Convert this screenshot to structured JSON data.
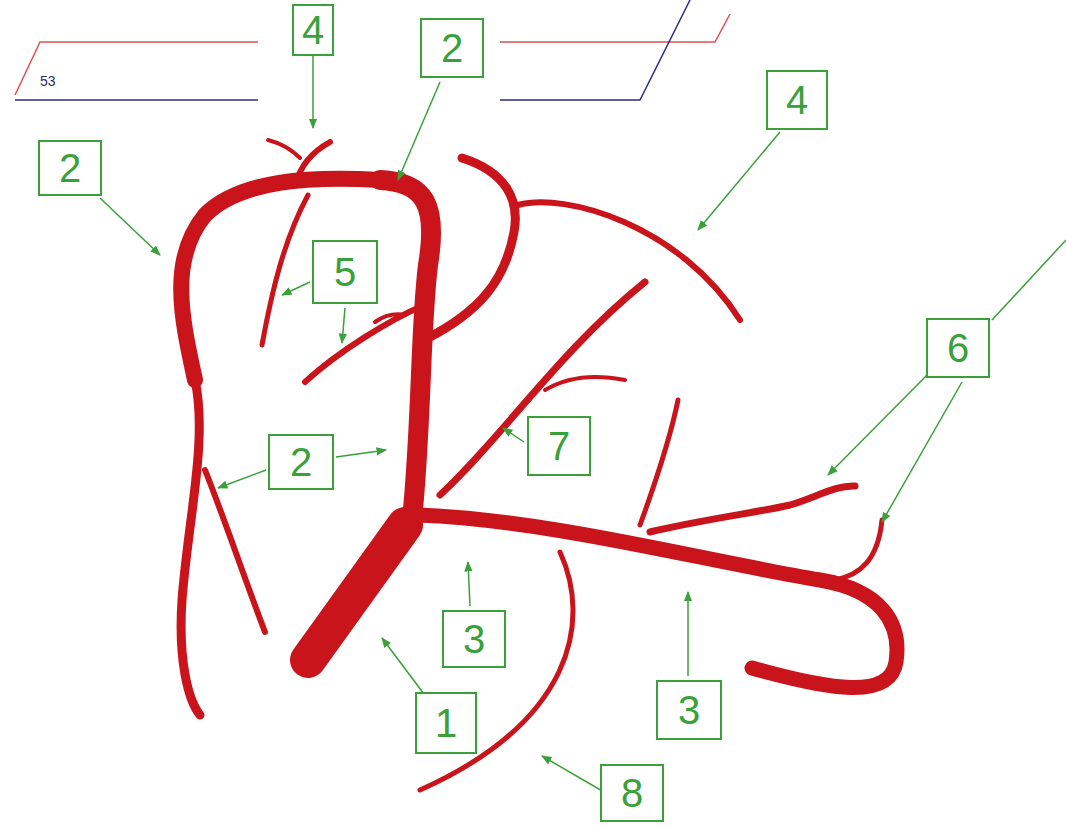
{
  "diagram": {
    "nodes": [
      {
        "text": [
          "4"
        ]
      },
      {
        "text": [
          "2"
        ]
      },
      {
        "text": [
          "4"
        ]
      },
      {
        "text": [
          "2"
        ]
      },
      {
        "text": [
          "5"
        ]
      },
      {
        "text": [
          "6"
        ]
      },
      {
        "text": [
          "7"
        ]
      },
      {
        "text": [
          "2"
        ]
      },
      {
        "text": [
          "3"
        ]
      },
      {
        "text": [
          "3"
        ]
      },
      {
        "text": [
          "1"
        ]
      },
      {
        "text": [
          "8"
        ]
      }
    ],
    "labels": [
      "53"
    ]
  }
}
